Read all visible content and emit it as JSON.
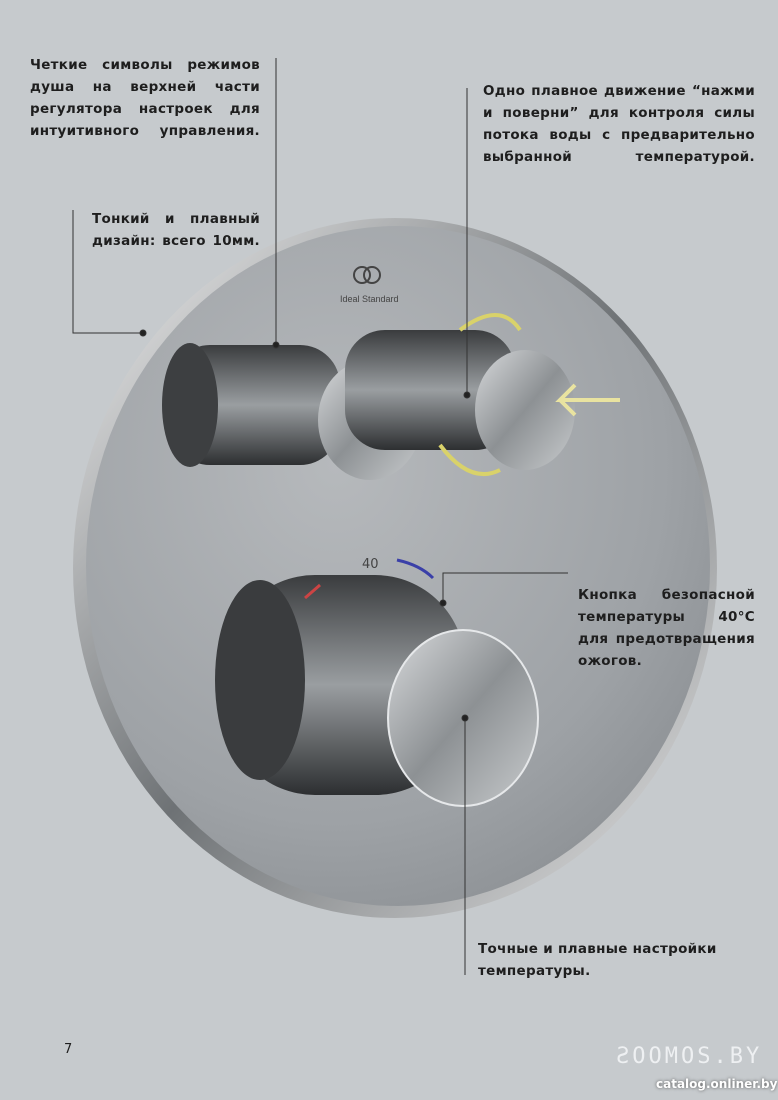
{
  "callouts": {
    "symbols": "Четкие символы режимов душа на верхней части регулятора настроек для интуитивного управления.",
    "push_turn": "Одно плавное движение “нажми и поверни” для контроля силы потока воды с предварительно выбранной температурой.",
    "thin": "Тонкий и плавный дизайн: всего 10мм.",
    "safety": "Кнопка безопасной температуры 40°C для предотвращения ожогов.",
    "precise": "Точные и плавные настройки температуры."
  },
  "product": {
    "brand": "Ideal Standard",
    "temp_mark": "40"
  },
  "page_number": "7",
  "watermark": {
    "logo": "ƧOOMOS.BY",
    "site": "catalog.onliner.by"
  }
}
